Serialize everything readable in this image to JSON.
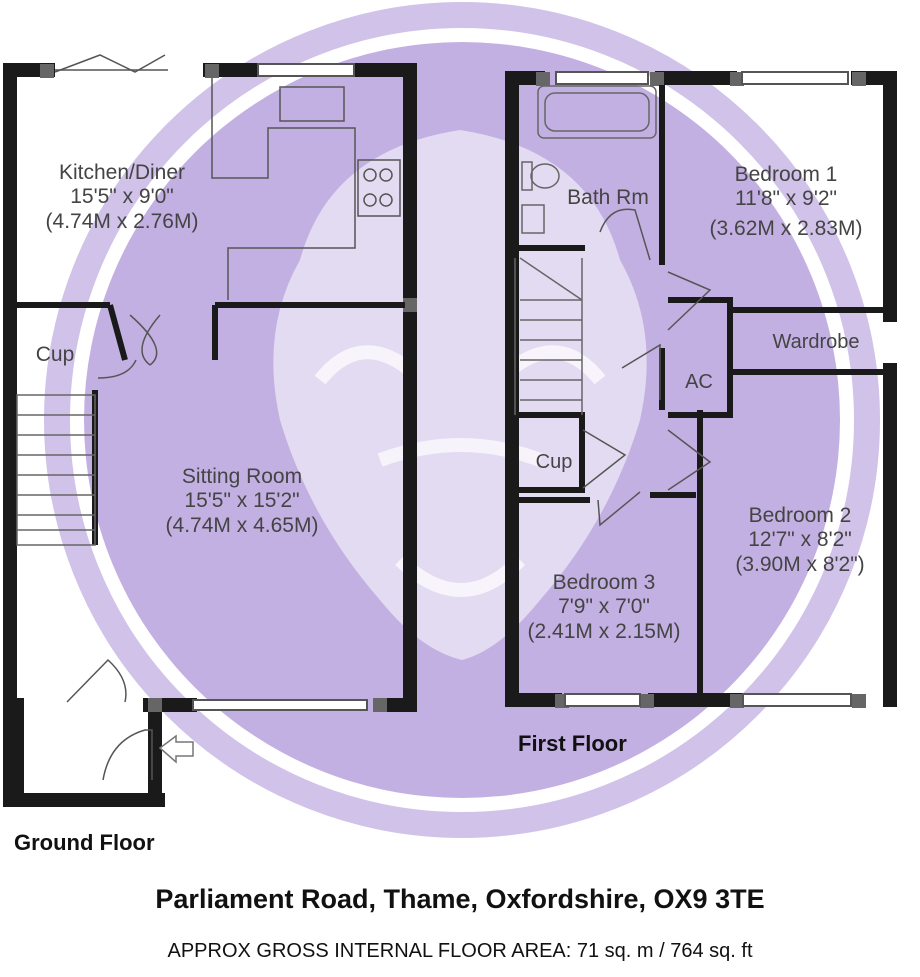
{
  "watermark": {
    "color": "#b39ddb",
    "icon": "lion-head-logo"
  },
  "ground_floor": {
    "label": "Ground Floor",
    "rooms": {
      "kitchen": {
        "name": "Kitchen/Diner",
        "imperial": "15'5\" x 9'0\"",
        "metric": "(4.74M x 2.76M)"
      },
      "sitting": {
        "name": "Sitting Room",
        "imperial": "15'5\" x 15'2\"",
        "metric": "(4.74M x 4.65M)"
      },
      "cup": {
        "name": "Cup"
      }
    }
  },
  "first_floor": {
    "label": "First Floor",
    "rooms": {
      "bath": {
        "name": "Bath Rm"
      },
      "bedroom1": {
        "name": "Bedroom 1",
        "imperial": "11'8\" x 9'2\"",
        "metric": "(3.62M x 2.83M)"
      },
      "wardrobe": {
        "name": "Wardrobe"
      },
      "ac": {
        "name": "AC"
      },
      "cup": {
        "name": "Cup"
      },
      "bedroom2": {
        "name": "Bedroom 2",
        "imperial": "12'7\" x 8'2\"",
        "metric": "(3.90M x 8'2\")"
      },
      "bedroom3": {
        "name": "Bedroom 3",
        "imperial": "7'9\" x 7'0\"",
        "metric": "(2.41M x 2.15M)"
      }
    }
  },
  "address": "Parliament Road, Thame, Oxfordshire, OX9 3TE",
  "area": "APPROX GROSS INTERNAL FLOOR AREA:   71 sq. m  / 764 sq. ft"
}
